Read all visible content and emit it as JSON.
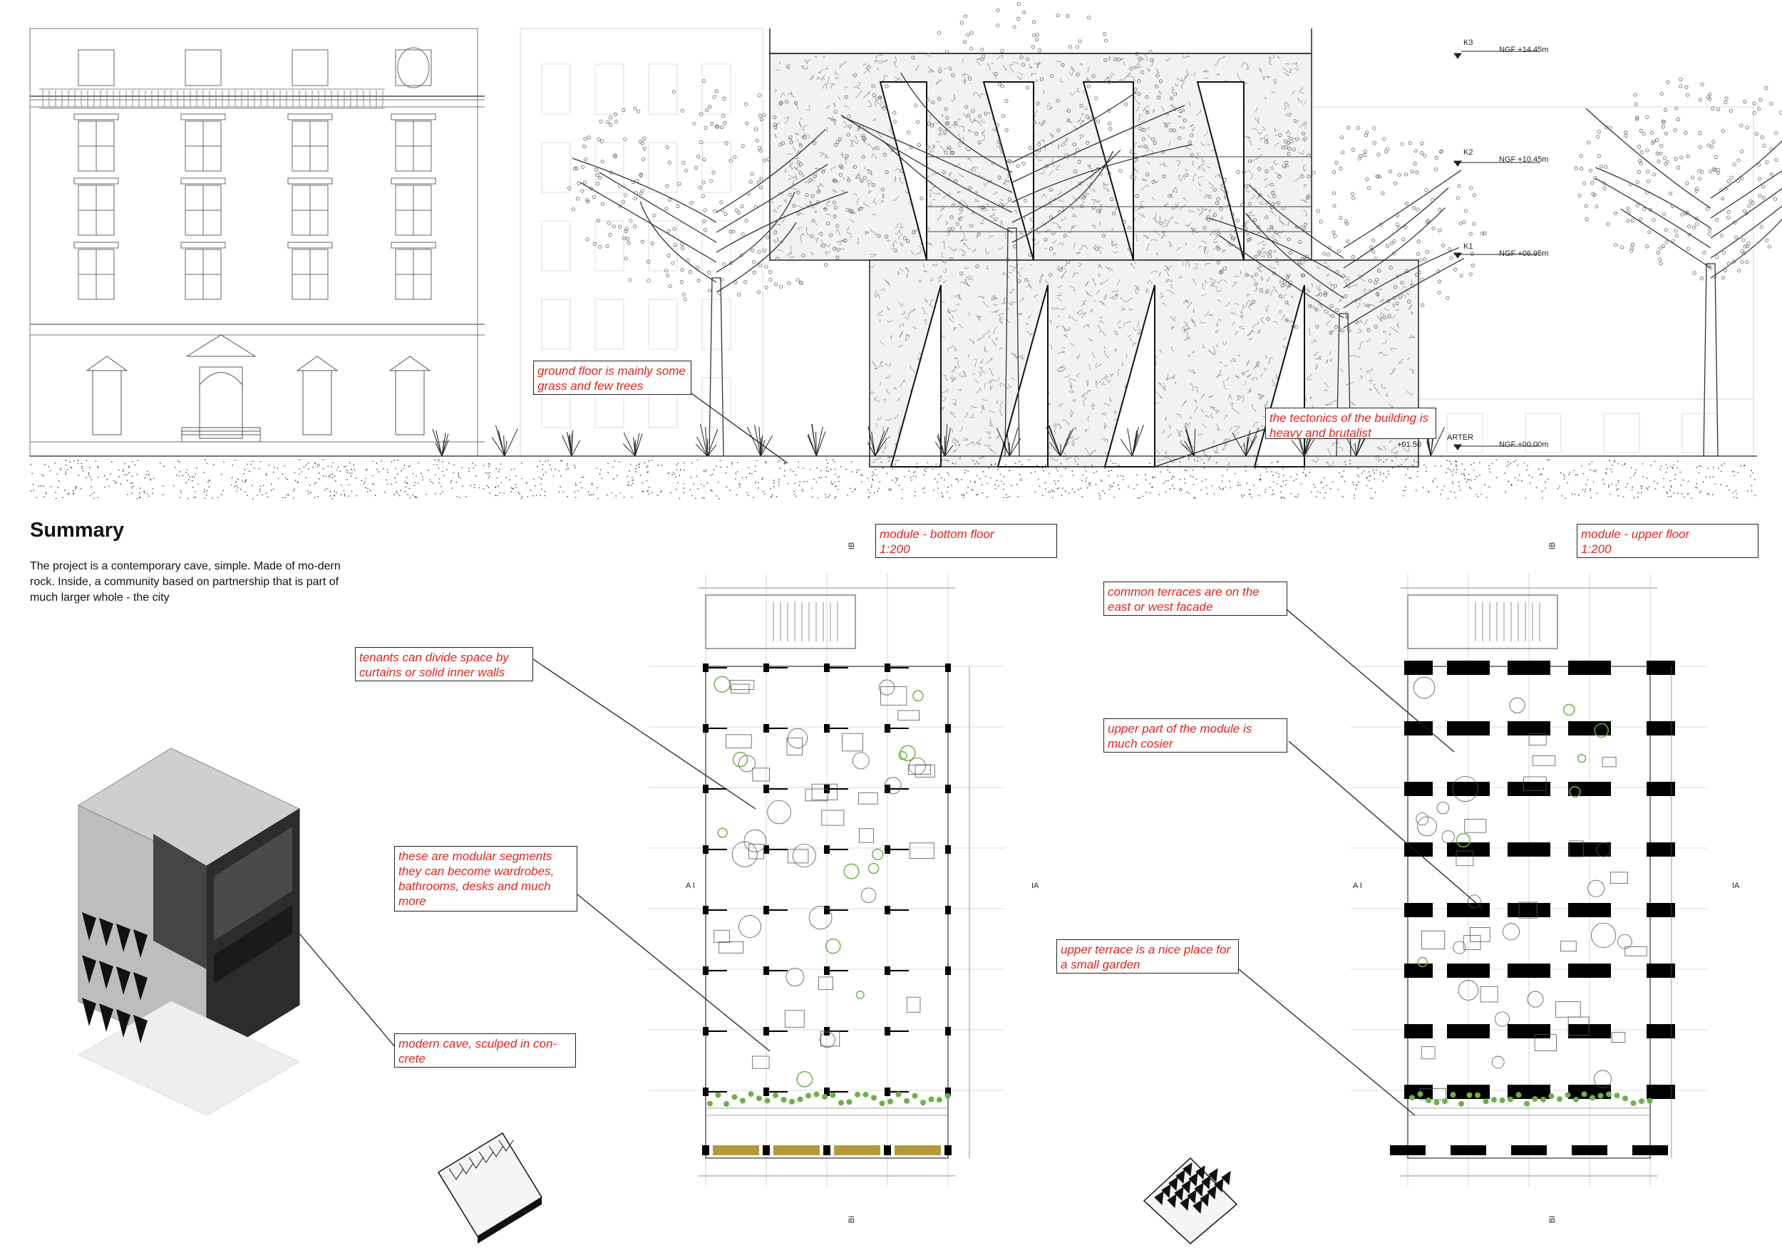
{
  "summary": {
    "title": "Summary",
    "body": "The project is a contemporary cave, simple. Made of mo-dern rock. Inside, a community based on partnership that is part of much larger whole - the city"
  },
  "elevation": {
    "levels": [
      {
        "name": "K3",
        "value": "NGF +14.45m"
      },
      {
        "name": "K2",
        "value": "NGF +10.45m"
      },
      {
        "name": "K1",
        "value": "NGF +06.95m"
      },
      {
        "name": "ARTER",
        "value": "NGF +00.00m"
      }
    ],
    "misc_label": "+01.50"
  },
  "annotations": {
    "ground_floor": "ground floor is mainly some grass and few trees",
    "tectonics": "the tectonics of the building is heavy and brutalist",
    "tenants": "tenants can divide space by curtains or solid inner walls",
    "modular": "these are modular segments they can become wardrobes, bathrooms, desks and much more",
    "cave": "modern cave, sculped in con-crete",
    "module_bottom": "module - bottom floor\n1:200",
    "module_upper": "module - upper floor\n1:200",
    "common_terraces": "common terraces are on the east or west facade",
    "upper_cosier": "upper part of the module is much cosier",
    "upper_terrace": "upper terrace is a nice place for a small garden"
  },
  "plan_marks": {
    "ib": "IB",
    "ai": "A I",
    "ia": "IA",
    "bi": "BI"
  },
  "colors": {
    "annotation_text": "#e1231b",
    "line": "#222222",
    "plant": "#6fb04a",
    "soil": "#b59a3a"
  }
}
